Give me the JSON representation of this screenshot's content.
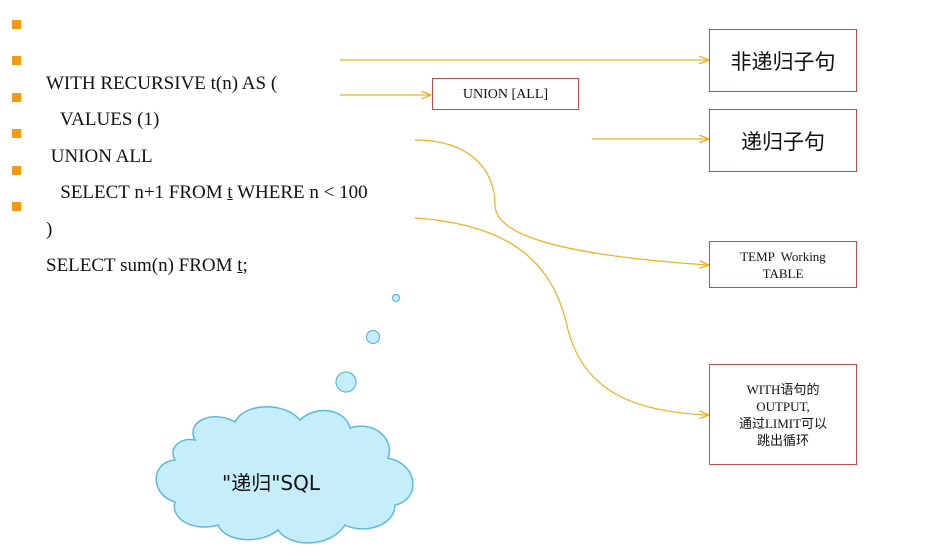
{
  "code_lines": [
    {
      "pre": "WITH RECURSIVE t(n) AS (",
      "u": "",
      "post": ""
    },
    {
      "pre": "   VALUES (1)",
      "u": "",
      "post": ""
    },
    {
      "pre": " UNION ALL",
      "u": "",
      "post": ""
    },
    {
      "pre": "   SELECT n+1 FROM ",
      "u": "t",
      "post": " WHERE n < 100"
    },
    {
      "pre": ")",
      "u": "",
      "post": ""
    },
    {
      "pre": "SELECT sum(n) FROM ",
      "u": "t",
      "post": ";"
    }
  ],
  "labels": {
    "non_recursive": "非递归子句",
    "union": "UNION [ALL]",
    "recursive": "递归子句",
    "temp_table_line1": "TEMP  Working",
    "temp_table_line2": "TABLE",
    "output_line1": "WITH语句的",
    "output_line2": "OUTPUT,",
    "output_line3": "通过LIMIT可以",
    "output_line4": "跳出循环"
  },
  "cloud": {
    "text": "\"递归\"SQL"
  },
  "colors": {
    "bullet": "#f39a12",
    "arrow": "#f0b020",
    "box_border": "#c0504d",
    "cloud_fill": "#c6eefa",
    "cloud_stroke": "#5fb8d8"
  }
}
